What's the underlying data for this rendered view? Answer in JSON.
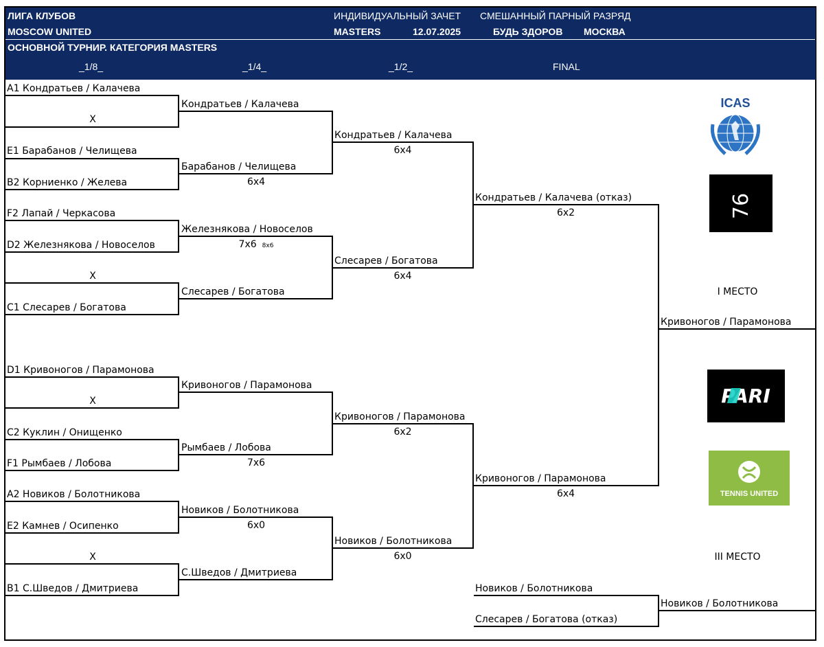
{
  "header": {
    "league": "ЛИГА КЛУБОВ",
    "club": "MOSCOW UNITED",
    "event_type": "ИНДИВИДУАЛЬНЫЙ ЗАЧЕТ",
    "discipline": "СМЕШАННЫЙ ПАРНЫЙ РАЗРЯД",
    "category": "MASTERS",
    "date": "12.07.2025",
    "venue": "БУДЬ ЗДОРОВ",
    "city": "МОСКВА",
    "tournament": "ОСНОВНОЙ ТУРНИР. КАТЕГОРИЯ MASTERS"
  },
  "rounds": [
    "_1/8_",
    "_1/4_",
    "_1/2_",
    "FINAL"
  ],
  "r16": [
    "A1  Кондратьев / Калачева",
    "X",
    "E1  Барабанов / Челищева",
    "B2  Корниенко / Желева",
    "F2  Лапай / Черкасова",
    "D2 Железнякова / Новоселов",
    "X",
    "C1  Слесарев / Богатова",
    "D1  Кривоногов / Парамонова",
    "X",
    "C2  Куклин / Онищенко",
    "F1  Рымбаев / Лобова",
    "A2  Новиков / Болотникова",
    "E2  Камнев / Осипенко",
    "X",
    "B1  С.Шведов / Дмитриева"
  ],
  "qf": [
    {
      "name": "Кондратьев / Калачева",
      "score": ""
    },
    {
      "name": "Барабанов / Челищева",
      "score": "6х4"
    },
    {
      "name": "Железнякова / Новоселов",
      "score": "7х6",
      "tiebreak": "8х6"
    },
    {
      "name": "Слесарев / Богатова",
      "score": ""
    },
    {
      "name": "Кривоногов / Парамонова",
      "score": ""
    },
    {
      "name": "Рымбаев / Лобова",
      "score": "7х6"
    },
    {
      "name": "Новиков / Болотникова",
      "score": "6х0"
    },
    {
      "name": "С.Шведов / Дмитриева",
      "score": ""
    }
  ],
  "sf": [
    {
      "name": "Кондратьев / Калачева",
      "score": "6х4"
    },
    {
      "name": "Слесарев / Богатова",
      "score": "6х4"
    },
    {
      "name": "Кривоногов / Парамонова",
      "score": "6х2"
    },
    {
      "name": "Новиков / Болотникова",
      "score": "6х0"
    }
  ],
  "final": [
    {
      "name": "Кондратьев / Калачева (отказ)",
      "score": "6х2"
    },
    {
      "name": "Кривоногов / Парамонова",
      "score": "6х4"
    }
  ],
  "first_place_label": "I МЕСТО",
  "winner": "Кривоногов / Парамонова",
  "third_place_label": "III МЕСТО",
  "third_place_match": [
    "Новиков / Болотникова",
    "Слесарев / Богатова (отказ)"
  ],
  "third_place_winner": "Новиков / Болотникова",
  "logos": {
    "icas": "ICAS",
    "seventy_six": "76",
    "pari": "PARI",
    "tennis_united": "TENNIS UNITED"
  }
}
